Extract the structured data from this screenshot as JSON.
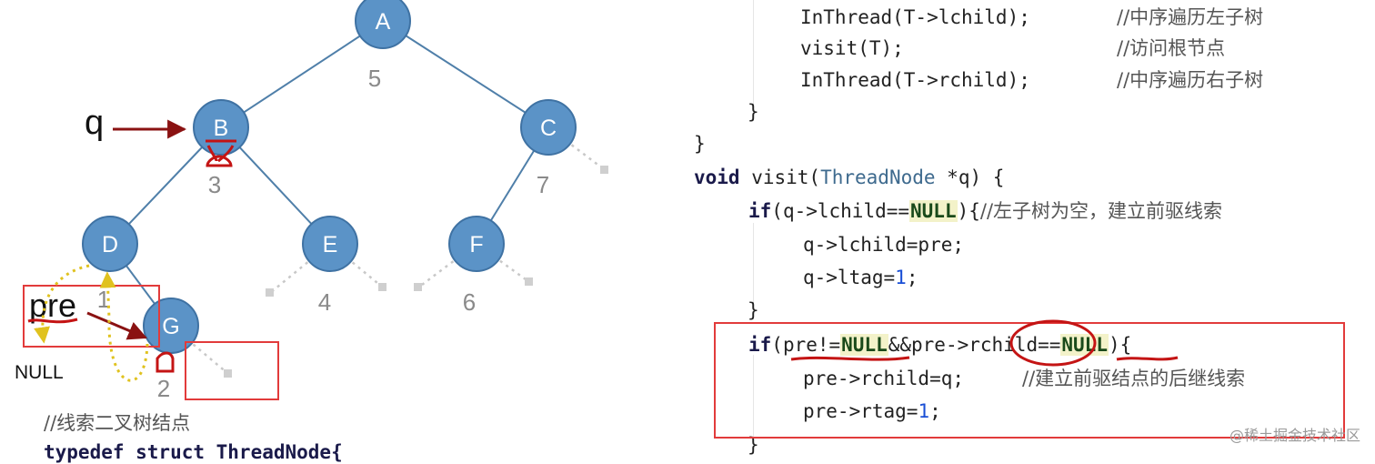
{
  "tree": {
    "nodes": [
      {
        "id": "A",
        "order": "5"
      },
      {
        "id": "B",
        "order": "3"
      },
      {
        "id": "C",
        "order": "7"
      },
      {
        "id": "D",
        "order": "1"
      },
      {
        "id": "E",
        "order": "4"
      },
      {
        "id": "F",
        "order": "6"
      },
      {
        "id": "G",
        "order": "2"
      }
    ],
    "labels": {
      "q": "q",
      "pre": "pre",
      "null": "NULL"
    }
  },
  "code_left": {
    "comment": "//线索二叉树结点",
    "typedef": "typedef struct ThreadNode{"
  },
  "code_right": {
    "l1_call": "InThread(T->lchild);",
    "l1_comment": "//中序遍历左子树",
    "l2_call": "visit(T);",
    "l2_comment": "//访问根节点",
    "l3_call": "InThread(T->rchild);",
    "l3_comment": "//中序遍历右子树",
    "l4": "}",
    "l5": "}",
    "l6_kw": "void",
    "l6_rest1": " visit(",
    "l6_type": "ThreadNode",
    "l6_rest2": " *q) {",
    "l7_kw": "if",
    "l7_a": "(q->lchild==",
    "l7_null": "NULL",
    "l7_b": "){",
    "l7_comment": "//左子树为空，建立前驱线索",
    "l8": "q->lchild=pre;",
    "l9_a": "q->ltag=",
    "l9_num": "1",
    "l9_b": ";",
    "l10": "}",
    "l11_kw": "if",
    "l11_a": "(pre!=",
    "l11_null1": "NULL",
    "l11_b": "&&pre->rchild==",
    "l11_null2": "NULL",
    "l11_c": "){",
    "l12_code": "pre->rchild=q;",
    "l12_comment": "//建立前驱结点的后继线索",
    "l13_a": "pre->rtag=",
    "l13_num": "1",
    "l13_b": ";",
    "l14": "}"
  },
  "watermark": "@稀土掘金技术社区",
  "colors": {
    "node_fill": "#5b93c7",
    "node_stroke": "#3f72a3",
    "edge": "#4f7fa9",
    "arrow": "#8a1212",
    "highlight_box": "#e23b3b",
    "dotted": "#e0c21f",
    "ink": "#c41414"
  }
}
